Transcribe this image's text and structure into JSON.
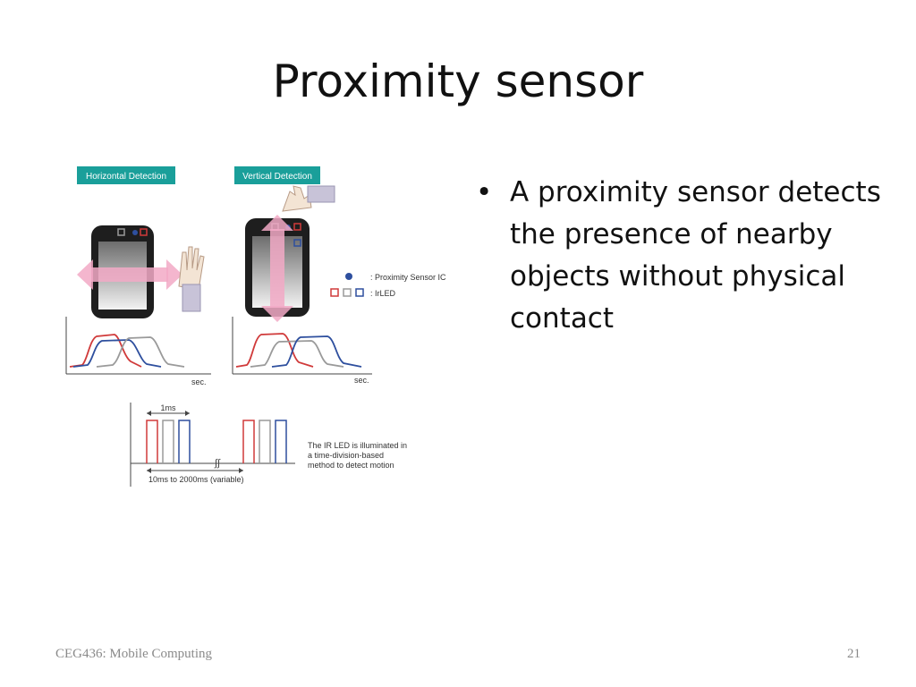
{
  "slide": {
    "title": "Proximity sensor",
    "bullets": [
      "A proximity sensor detects the presence of nearby objects without physical contact"
    ],
    "footer": "CEG436: Mobile Computing",
    "page_number": "21"
  },
  "figure": {
    "horizontal_label": "Horizontal Detection",
    "vertical_label": "Vertical Detection",
    "legend_sensor": ": Proximity Sensor IC",
    "legend_irled": ": IrLED",
    "axis_label_left": "sec.",
    "axis_label_right": "sec.",
    "pulse_width_label": "1ms",
    "pulse_period_label": "10ms to 2000ms (variable)",
    "break_mark": "∫∫",
    "note_line1": "The IR LED is illuminated in",
    "note_line2": "a time-division-based",
    "note_line3": "method to detect motion",
    "colors": {
      "teal_label": "#1a9f9a",
      "red": "#d03a3a",
      "blue": "#2e4f9e",
      "gray": "#9a9a9a",
      "pink_arrow": "#f2a9c5"
    }
  }
}
